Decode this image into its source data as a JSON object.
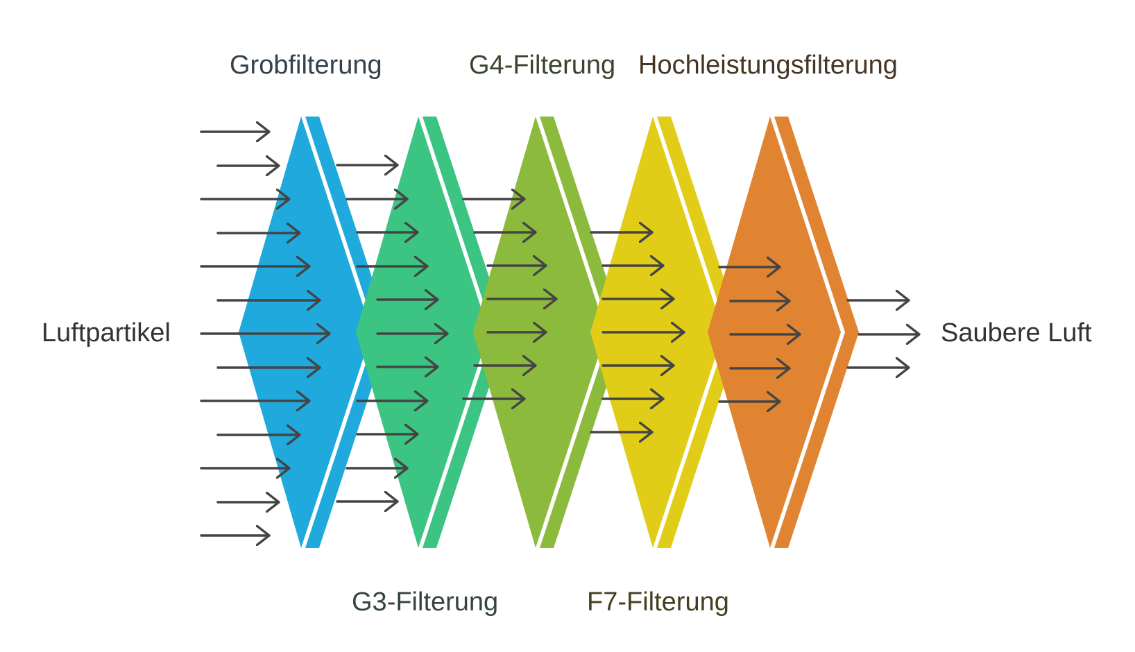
{
  "diagram": {
    "input_label": "Luftpartikel",
    "output_label": "Saubere Luft",
    "stages": [
      {
        "label": "Grobfilterung",
        "color": "#1fa9dc",
        "label_position": "top"
      },
      {
        "label": "G3-Filterung",
        "color": "#3cc483",
        "label_position": "bottom"
      },
      {
        "label": "G4-Filterung",
        "color": "#8cba3c",
        "label_position": "top"
      },
      {
        "label": "F7-Filterung",
        "color": "#e1cc17",
        "label_position": "bottom"
      },
      {
        "label": "Hochleistungsfilterung",
        "color": "#e08432",
        "label_position": "top"
      }
    ],
    "arrow_color": "#444444",
    "flow": "left-to-right"
  }
}
